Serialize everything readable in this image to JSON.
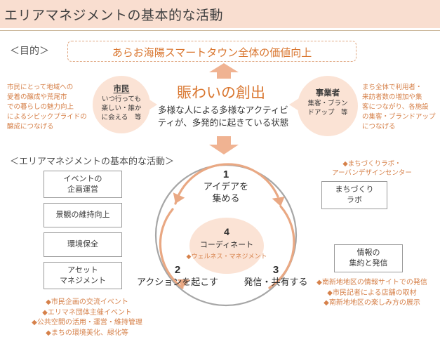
{
  "header": {
    "title": "エリアマネジメントの基本的な活動"
  },
  "purpose": {
    "label": "＜目的＞",
    "banner_text": "あらお海陽スマートタウン全体の価値向上"
  },
  "personas": {
    "left_note": "市民にとって地域への\n愛着の醸成や荒尾市\nでの暮らしの魅力向上\nによるシビックプライドの\n醸成につなげる",
    "citizen": {
      "head": "市民",
      "body": "いつ行っても\n楽しい・誰か\nに会える　等"
    },
    "business": {
      "head": "事業者",
      "body": "集客・ブラン\nドアップ　等"
    },
    "right_note": "まち全体で利用者・\n来訪者数の増加や集\n客につながり、各施設\nの集客・ブランドアップ\nにつなげる"
  },
  "center": {
    "headline": "賑わいの創出",
    "subtitle": "多様な人による多様なアクティビ\nティが、多発的に起きている状態"
  },
  "section": {
    "heading": "＜エリアマネジメントの基本的な活動＞"
  },
  "left_boxes": [
    {
      "label": "イベントの\n企画運営"
    },
    {
      "label": "景観の維持向上"
    },
    {
      "label": "環境保全"
    },
    {
      "label": "アセット\nマネジメント"
    }
  ],
  "left_bullets": "◆市民企画の交流イベント\n◆エリマネ団体主催イベント\n◆公共空間の活用・運営・維持管理\n◆まちの環境美化、緑化等",
  "right_note_top": "◆まちづくりラボ・\nアーバンデザインセンター",
  "right_boxes": [
    {
      "label": "まちづくり\nラボ"
    },
    {
      "label": "情報の\n集約と発信"
    }
  ],
  "right_bullets": "◆南新地地区の情報サイトでの発信\n◆市民記者による店舗の取材\n◆南新地地区の楽しみ方の展示",
  "cycle": {
    "steps": [
      {
        "num": "1",
        "label": "アイデアを\n集める"
      },
      {
        "num": "2",
        "label": "アクションを起こす"
      },
      {
        "num": "3",
        "label": "発信・共有する"
      }
    ],
    "core": {
      "num": "4",
      "label": "コーディネート",
      "note": "◆ウェルネス・マネジメント"
    }
  },
  "colors": {
    "title_bar": "#f9ded0",
    "accent_orange": "#d9762f",
    "bullet_orange": "#d6814a",
    "bubble_fill": "#fbe3d5",
    "ring_gray": "#a6a6a6",
    "box_border": "#9a9a9a"
  }
}
